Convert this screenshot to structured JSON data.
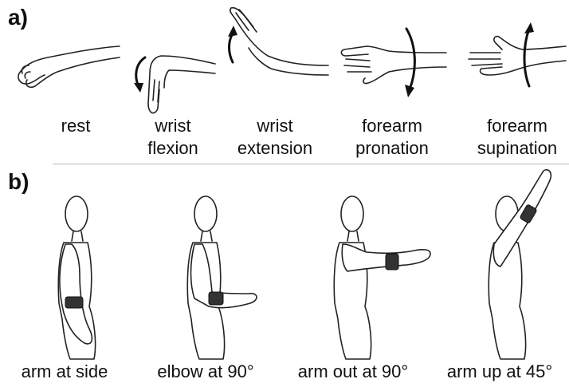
{
  "panels": {
    "a": {
      "label": "a)"
    },
    "b": {
      "label": "b)"
    }
  },
  "wrist_gestures": [
    {
      "lines": [
        "rest"
      ]
    },
    {
      "lines": [
        "wrist",
        "flexion"
      ]
    },
    {
      "lines": [
        "wrist",
        "extension"
      ]
    },
    {
      "lines": [
        "forearm",
        "pronation"
      ]
    },
    {
      "lines": [
        "forearm",
        "supination"
      ]
    }
  ],
  "arm_positions": [
    {
      "label": "arm at side"
    },
    {
      "label": "elbow at 90°"
    },
    {
      "label": "arm out at 90°"
    },
    {
      "label": "arm up at 45°"
    }
  ],
  "icons": [
    "hand-icon",
    "rotation-arrow-icon",
    "mannequin-icon",
    "armband-icon"
  ],
  "colors": {
    "line": "#222222",
    "armband": "#333333",
    "divider": "#bbbbbb"
  }
}
